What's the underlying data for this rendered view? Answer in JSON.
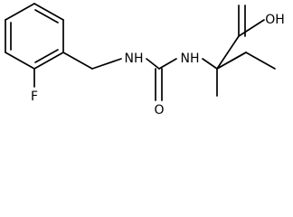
{
  "molecule": {
    "atoms": {
      "fluorine": "F",
      "amine_nh_1": "NH",
      "carbonyl_oxygen": "O",
      "amine_nh_2": "NH",
      "acid_hydroxyl": "OH"
    }
  }
}
